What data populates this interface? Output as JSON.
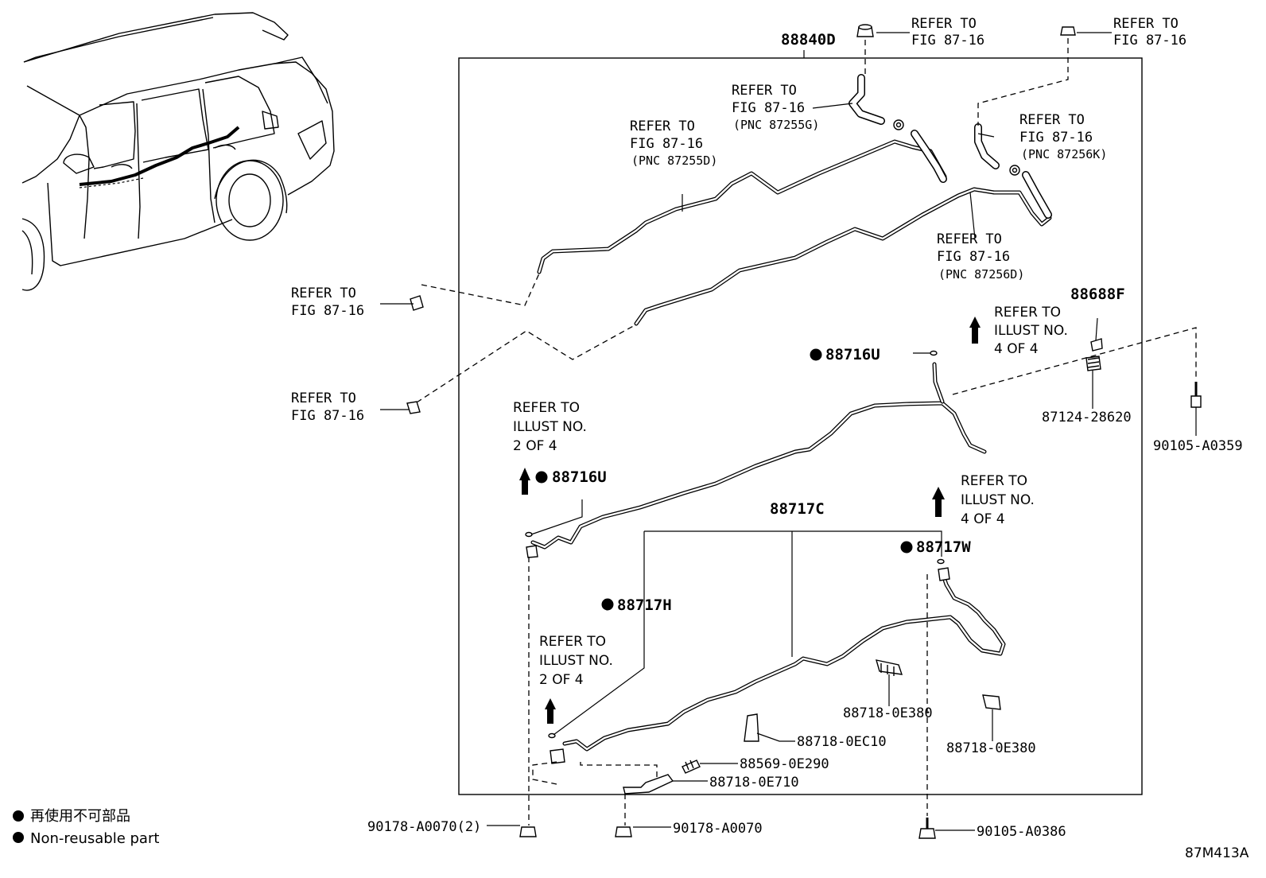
{
  "figure_code": "87M413A",
  "legend": {
    "jp": "再使用不可部品",
    "en": "Non-reusable part"
  },
  "refer_fig": {
    "line1": "REFER TO",
    "line2": "FIG 87-16"
  },
  "refer_illust_2": {
    "line1": "REFER TO",
    "line2": "ILLUST NO.",
    "line3": "2 OF 4"
  },
  "refer_illust_4": {
    "line1": "REFER TO",
    "line2": "ILLUST NO.",
    "line3": "4 OF 4"
  },
  "pnc": {
    "p87255G": "(PNC 87255G)",
    "p87256K": "(PNC 87256K)",
    "p87255D": "(PNC 87255D)",
    "p87256D": "(PNC 87256D)"
  },
  "parts": {
    "p88840D": "88840D",
    "p88688F": "88688F",
    "p88716U": "88716U",
    "p88717C": "88717C",
    "p88717W": "88717W",
    "p88717H": "88717H",
    "p87124_28620": "87124-28620",
    "p90105_A0359": "90105-A0359",
    "p88718_0E380": "88718-0E380",
    "p88718_0EC10": "88718-0EC10",
    "p88569_0E290": "88569-0E290",
    "p88718_0E710": "88718-0E710",
    "p90178_A0070_2": "90178-A0070(2)",
    "p90178_A0070": "90178-A0070",
    "p90105_A0386": "90105-A0386"
  }
}
